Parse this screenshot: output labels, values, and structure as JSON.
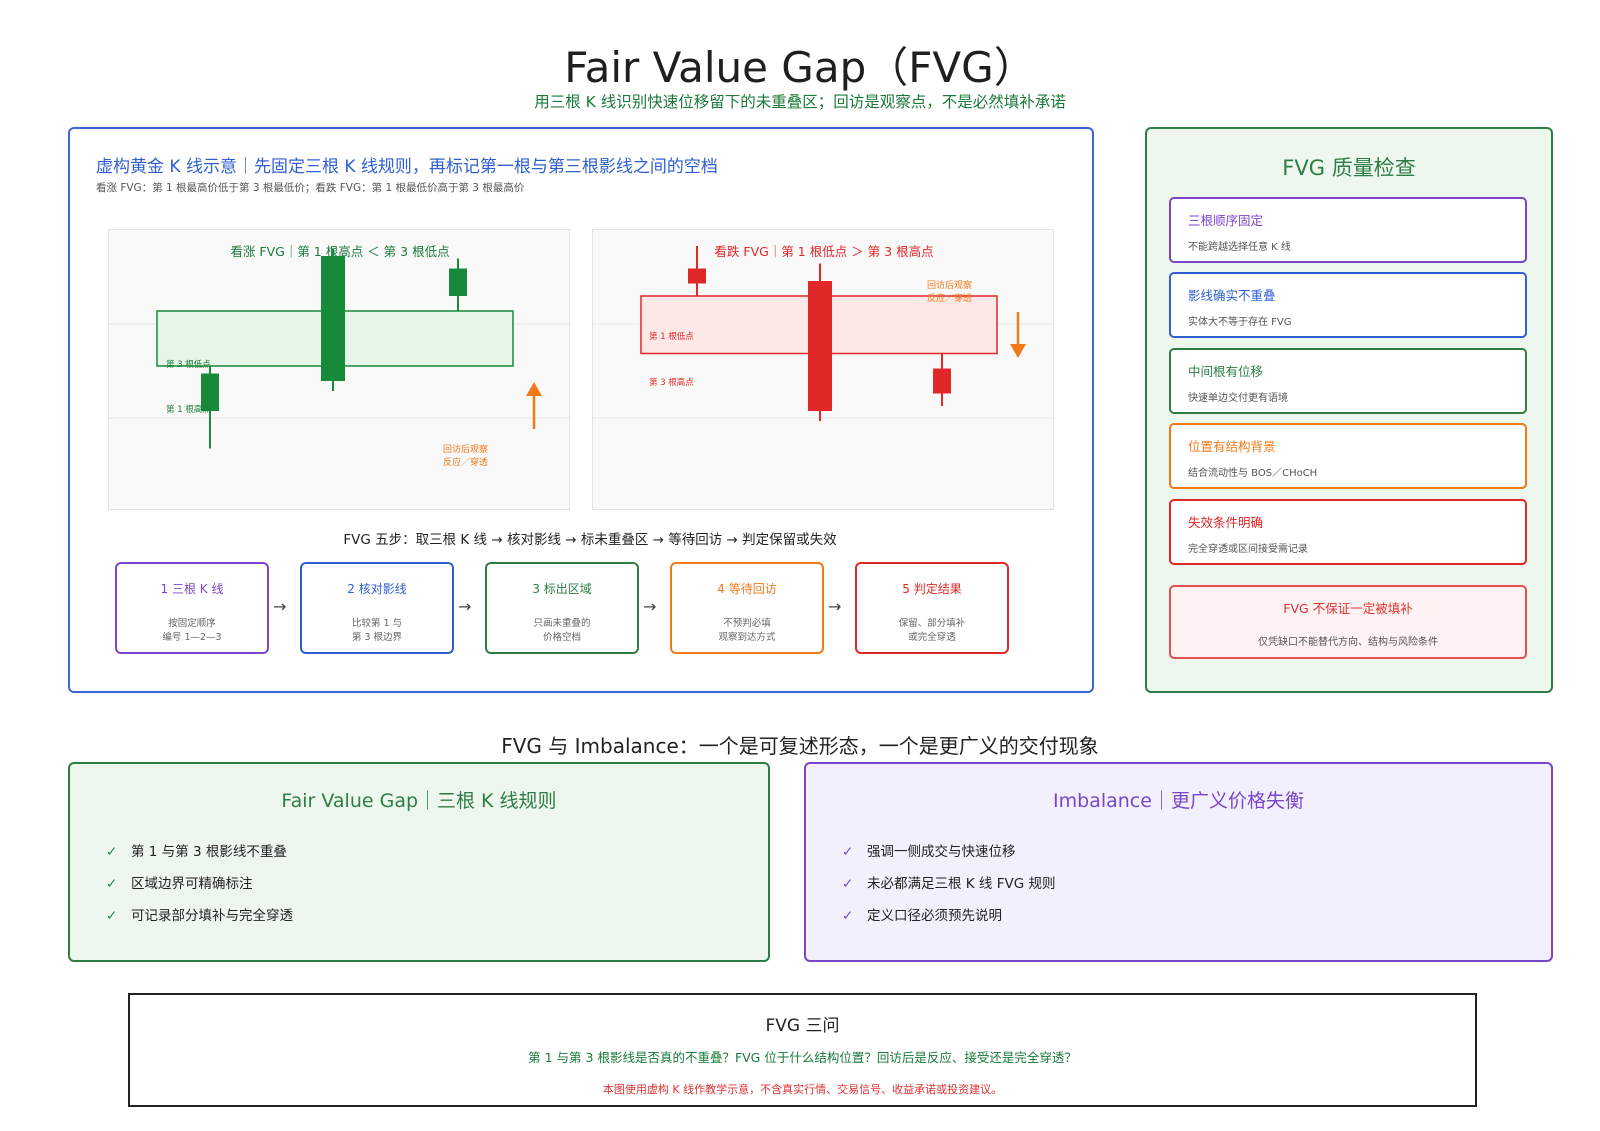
{
  "title": "Fair Value Gap（FVG）",
  "subtitle": "用三根 K 线识别快速位移留下的未重叠区；回访是观察点，不是必然填补承诺",
  "main": {
    "heading": "虚构黄金 K 线示意｜先固定三根 K 线规则，再标记第一根与第三根影线之间的空档",
    "note": "看涨 FVG：第 1 根最高价低于第 3 根最低价；看跌 FVG：第 1 根最低价高于第 3 根最高价"
  },
  "bull_chart": {
    "title": "看涨 FVG｜第 1 根高点 ＜ 第 3 根低点",
    "label_c3_low": "第 3 根低点",
    "label_c1_high": "第 1 根高点",
    "note_line1": "回访后观察",
    "note_line2": "反应／穿透"
  },
  "bear_chart": {
    "title": "看跌 FVG｜第 1 根低点 ＞ 第 3 根高点",
    "label_c1_low": "第 1 根低点",
    "label_c3_high": "第 3 根高点",
    "note_line1": "回访后观察",
    "note_line2": "反应／穿透"
  },
  "chart_data": [
    {
      "type": "candlestick",
      "title": "看涨 FVG｜第 1 根高点 ＜ 第 3 根低点",
      "candles": [
        {
          "open": 51,
          "close": 36,
          "high": 54,
          "low": 21,
          "direction": "up"
        },
        {
          "open": 48,
          "close": 98,
          "high": 101,
          "low": 44,
          "direction": "up"
        },
        {
          "open": 82,
          "close": 93,
          "high": 97,
          "low": 76,
          "direction": "up"
        }
      ],
      "gap": {
        "low": 54,
        "high": 76
      },
      "colors": {
        "candle": "#178a3a",
        "gap_fill": "#e6f5e6",
        "arrow": "#f07a1a"
      }
    },
    {
      "type": "candlestick",
      "title": "看跌 FVG｜第 1 根低点 ＞ 第 3 根高点",
      "candles": [
        {
          "open": 93,
          "close": 87,
          "high": 102,
          "low": 82,
          "direction": "down"
        },
        {
          "open": 88,
          "close": 36,
          "high": 95,
          "low": 32,
          "direction": "down"
        },
        {
          "open": 53,
          "close": 43,
          "high": 59,
          "low": 38,
          "direction": "down"
        }
      ],
      "gap": {
        "low": 59,
        "high": 82
      },
      "colors": {
        "candle": "#e02828",
        "gap_fill": "#fde8e8",
        "arrow": "#f07a1a"
      }
    }
  ],
  "steps_heading": "FVG 五步：取三根 K 线 → 核对影线 → 标未重叠区 → 等待回访 → 判定保留或失效",
  "steps": [
    {
      "title": "1 三根 K 线",
      "desc": "按固定顺序\n编号 1—2—3",
      "color": "#7b45c9"
    },
    {
      "title": "2 核对影线",
      "desc": "比较第 1 与\n第 3 根边界",
      "color": "#2f5fd0"
    },
    {
      "title": "3 标出区域",
      "desc": "只画未重叠的\n价格空档",
      "color": "#2e7d45"
    },
    {
      "title": "4 等待回访",
      "desc": "不预判必填\n观察到达方式",
      "color": "#f07a1a"
    },
    {
      "title": "5 判定结果",
      "desc": "保留、部分填补\n或完全穿透",
      "color": "#e02828"
    }
  ],
  "step_arrow": "→",
  "quality": {
    "title": "FVG 质量检查",
    "cards": [
      {
        "title": "三根顺序固定",
        "desc": "不能跨越选择任意 K 线",
        "color": "#7b45c9"
      },
      {
        "title": "影线确实不重叠",
        "desc": "实体大不等于存在 FVG",
        "color": "#2f5fd0"
      },
      {
        "title": "中间根有位移",
        "desc": "快速单边交付更有语境",
        "color": "#2e7d45"
      },
      {
        "title": "位置有结构背景",
        "desc": "结合流动性与 BOS／CHoCH",
        "color": "#f07a1a"
      },
      {
        "title": "失效条件明确",
        "desc": "完全穿透或区间接受需记录",
        "color": "#e02828"
      }
    ],
    "warning": {
      "title": "FVG 不保证一定被填补",
      "desc": "仅凭缺口不能替代方向、结构与风险条件"
    }
  },
  "compare": {
    "heading": "FVG 与 Imbalance：一个是可复述形态，一个是更广义的交付现象",
    "fvg": {
      "title": "Fair Value Gap｜三根 K 线规则",
      "items": [
        "第 1 与第 3 根影线不重叠",
        "区域边界可精确标注",
        "可记录部分填补与完全穿透"
      ],
      "color": "#2e7d45"
    },
    "imbalance": {
      "title": "Imbalance｜更广义价格失衡",
      "items": [
        "强调一侧成交与快速位移",
        "未必都满足三根 K 线 FVG 规则",
        "定义口径必须预先说明"
      ],
      "color": "#7b45c9"
    },
    "check": "✓"
  },
  "questions": {
    "title": "FVG 三问",
    "text": "第 1 与第 3 根影线是否真的不重叠？FVG 位于什么结构位置？回访后是反应、接受还是完全穿透？",
    "disclaimer": "本图使用虚构 K 线作教学示意，不含真实行情、交易信号、收益承诺或投资建议。"
  }
}
